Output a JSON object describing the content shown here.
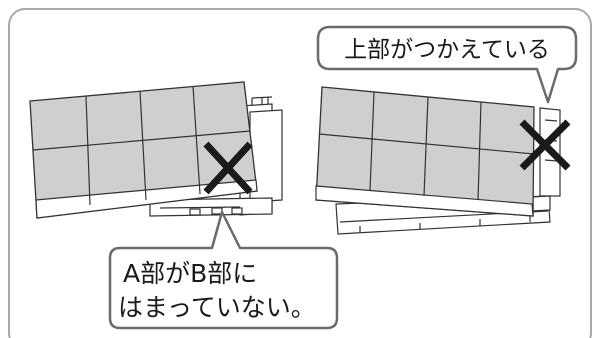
{
  "callouts": {
    "top_right": {
      "text": "上部がつかえている"
    },
    "bottom_left": {
      "line1": "A部がB部に",
      "line2": "はまっていない。"
    }
  },
  "marks": {
    "cross_left": "cross-mark",
    "cross_right": "cross-mark"
  },
  "colors": {
    "panel_fill": "#cfcfcf",
    "outline": "#333333",
    "frame_border": "#a9a9a9",
    "cross": "#1a1a1a",
    "callout_border": "#6b6b6b"
  }
}
